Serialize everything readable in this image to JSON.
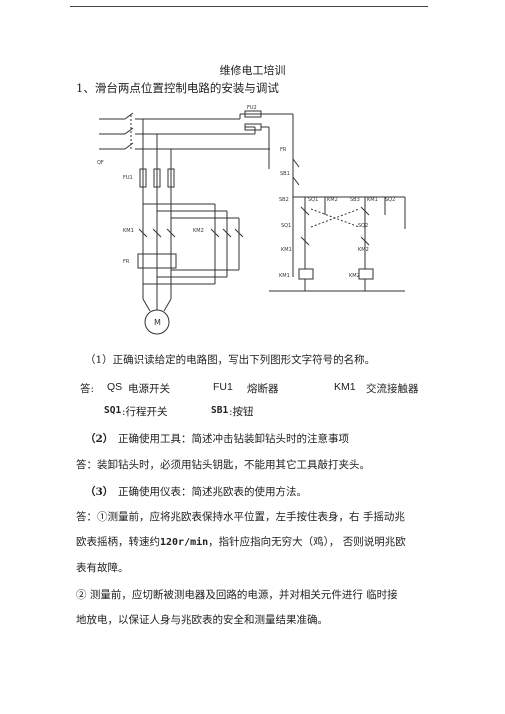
{
  "document": {
    "title": "维修电工培训",
    "section_heading": "1、滑台两点位置控制电路的安装与调试"
  },
  "diagram": {
    "labels": {
      "fu2": "FU2",
      "qf": "QF",
      "fu1": "FU1",
      "km1": "KM1",
      "km2": "KM2",
      "fr": "FR",
      "motor": "M",
      "fr_ctrl": "FR",
      "sb1": "SB1",
      "sb2": "SB2",
      "sq1": "SQ1",
      "sb3": "SB3",
      "sq2": "SQ2",
      "km2_ctrl": "KM2",
      "km1_ctrl": "KM1",
      "km1_coil": "KM1",
      "km2_coil": "KM2",
      "sq1_low": "SQ1",
      "sq2_low": "SQ2",
      "km1_b": "KM1",
      "km2_b": "KM2"
    }
  },
  "q1": {
    "question": "（1）正确识读给定的电路图，写出下列图形文字符号的名称。",
    "answer_label": "答:",
    "qs_code": "QS",
    "qs_name": "电源开关",
    "fu1_code": "FU1",
    "fu1_name": "熔断器",
    "km1_code": "KM1",
    "km1_name": "交流接触器",
    "sq1_code": "SQ1",
    "sq1_name": ":行程开关",
    "sb1_code": "SB1",
    "sb1_name": ":按钮"
  },
  "q2": {
    "num": "（2）",
    "question": "正确使用工具：简述冲击钻装卸钻头时的注意事项",
    "answer": "答：装卸钻头时，必须用钻头钥匙，不能用其它工具敲打夹头。"
  },
  "q3": {
    "num": "（3）",
    "question": "正确使用仪表：简述兆欧表的使用方法。",
    "a1_line1": "答：①测量前，应将兆欧表保持水平位置，左手按住表身，右 手摇动兆",
    "a1_line2_pre": "欧表摇柄，转速约",
    "a1_speed": "120r/min",
    "a1_line2_post": "，指针应指向无穷大（鸡）， 否则说明兆欧",
    "a1_line3": "表有故障。",
    "a2_line1": "②   测量前，应切断被测电器及回路的电源，并对相关元件进行 临时接",
    "a2_line2": "地放电，以保证人身与兆欧表的安全和测量结果准确。"
  }
}
